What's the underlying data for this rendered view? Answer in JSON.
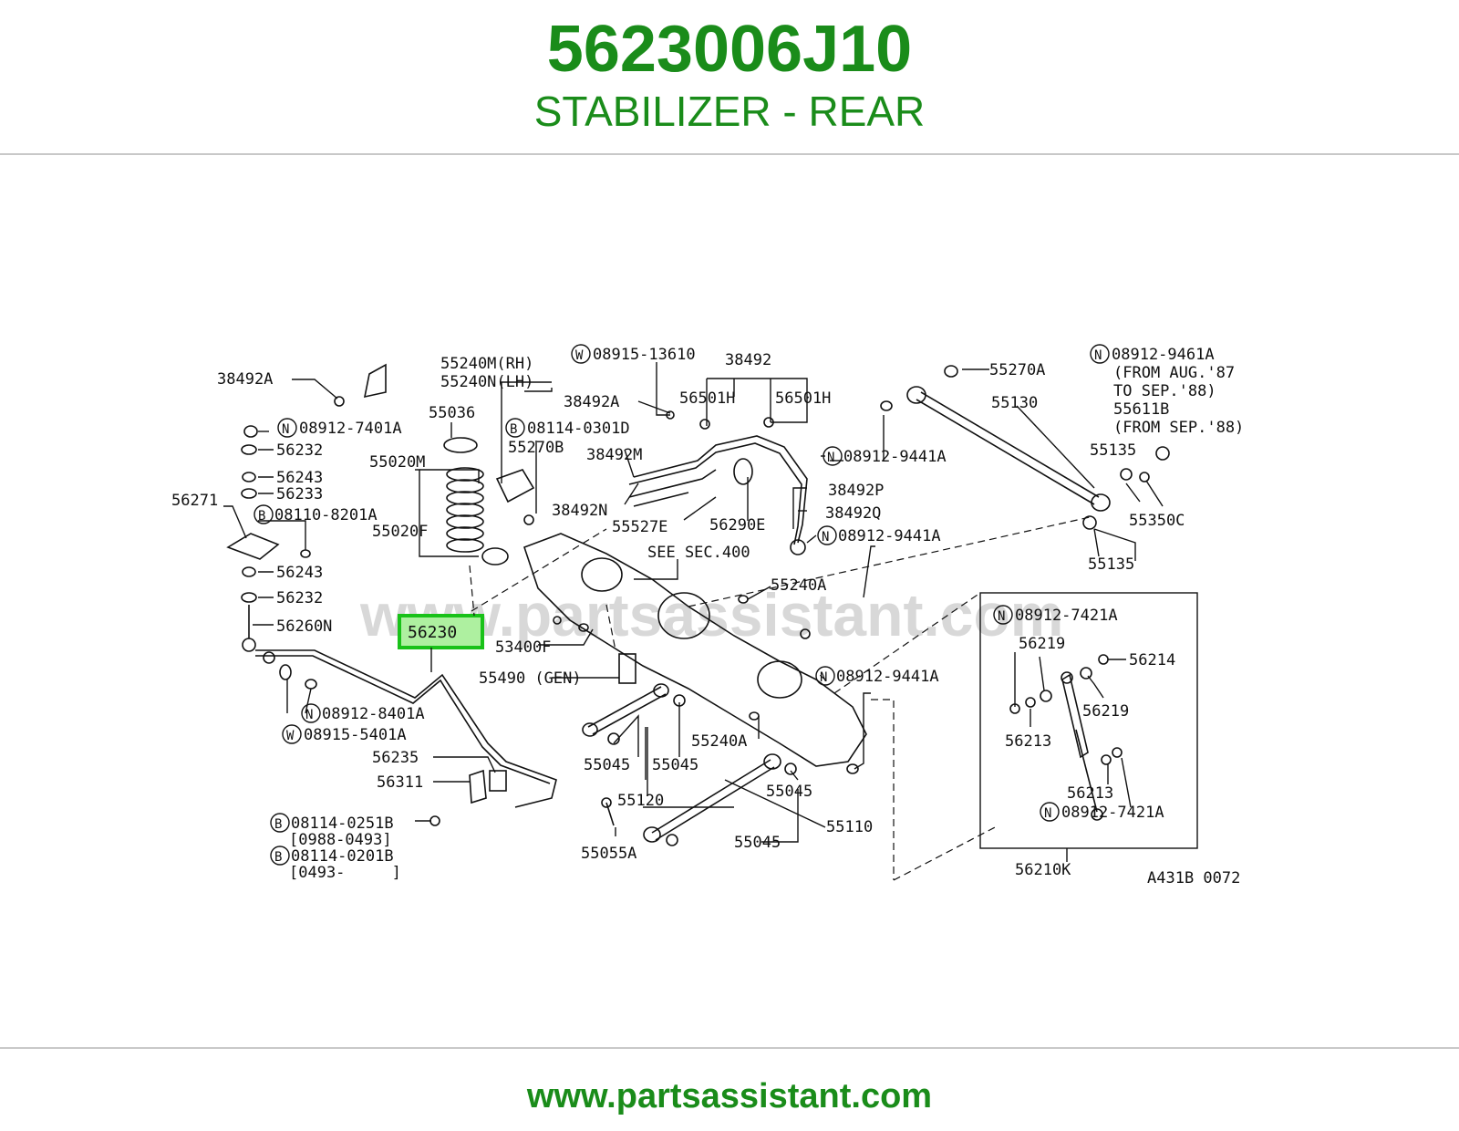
{
  "header": {
    "part_number": "5623006J10",
    "title": "STABILIZER - REAR"
  },
  "footer": {
    "url": "www.partsassistant.com"
  },
  "diagram": {
    "watermark": "www.partsassistant.com",
    "highlighted_part": "56230",
    "figure_code": "A431B 0072",
    "labels": {
      "l01": "38492A",
      "l02": "55240M(RH)",
      "l03": "55240N(LH)",
      "l04": "08915-13610",
      "l05": "38492",
      "l06": "55270A",
      "l07": "08912-9461A",
      "l08": "(FROM AUG.'87",
      "l09": "TO SEP.'88)",
      "l10": "55611B",
      "l11": "(FROM SEP.'88)",
      "l12": "08912-7401A",
      "l13": "55036",
      "l14": "08114-0301D",
      "l15": "38492A",
      "l16": "56501H",
      "l17": "56501H",
      "l18": "55130",
      "l19": "56232",
      "l20": "55270B",
      "l21": "38492M",
      "l22": "08912-9441A",
      "l23": "55135",
      "l24": "56243",
      "l25": "55020M",
      "l26": "56233",
      "l27": "56271",
      "l28": "08110-8201A",
      "l29": "38492N",
      "l30": "55527E",
      "l31": "56290E",
      "l32": "38492P",
      "l33": "38492Q",
      "l34": "55350C",
      "l35": "55020F",
      "l36": "08912-9441A",
      "l37": "SEE SEC.400",
      "l38": "55135",
      "l39": "56243",
      "l40": "56232",
      "l41": "55240A",
      "l42": "56260N",
      "l43": "08912-7421A",
      "l44": "53400F",
      "l45": "56219",
      "l46": "56214",
      "l47": "55490 (GEN)",
      "l48": "08912-9441A",
      "l49": "08912-8401A",
      "l50": "56219",
      "l51": "08915-5401A",
      "l52": "55240A",
      "l53": "56213",
      "l54": "56235",
      "l55": "55045",
      "l56": "55045",
      "l57": "56311",
      "l58": "55045",
      "l59": "56213",
      "l60": "55120",
      "l61": "08114-0251B",
      "l62": "55110",
      "l63": "08912-7421A",
      "l64": "[0988-0493]",
      "l65": "55055A",
      "l66": "55045",
      "l67": "08114-0201B",
      "l68": "56210K",
      "l69": "[0493-     ]"
    },
    "circle_prefixes": {
      "c01": "W",
      "c02": "N",
      "c03": "N",
      "c04": "B",
      "c05": "N",
      "c06": "B",
      "c07": "N",
      "c08": "N",
      "c09": "N",
      "c10": "N",
      "c11": "W",
      "c12": "N",
      "c13": "B",
      "c14": "B"
    }
  }
}
